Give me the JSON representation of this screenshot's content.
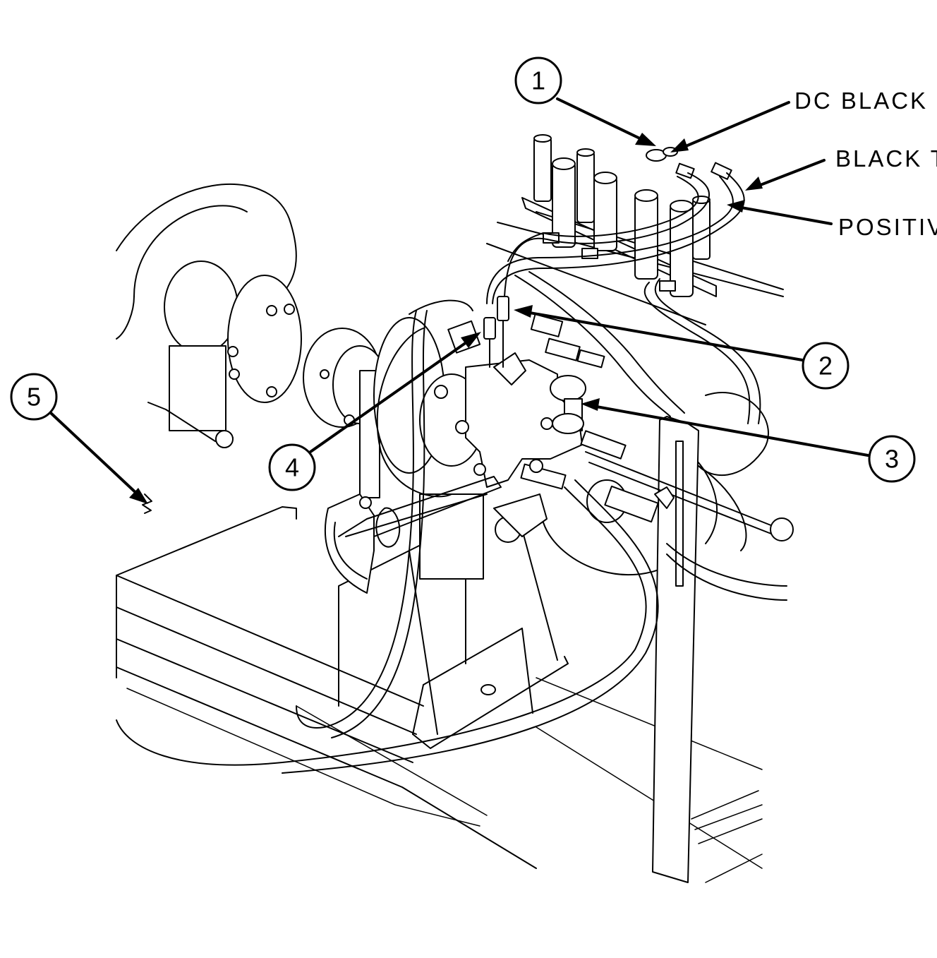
{
  "callouts": [
    {
      "number": "1"
    },
    {
      "number": "2"
    },
    {
      "number": "3"
    },
    {
      "number": "4"
    },
    {
      "number": "5"
    }
  ],
  "wire_labels": [
    {
      "text": "DC BLACK SC"
    },
    {
      "text": "BLACK TE"
    },
    {
      "text": "POSITIVE"
    }
  ]
}
